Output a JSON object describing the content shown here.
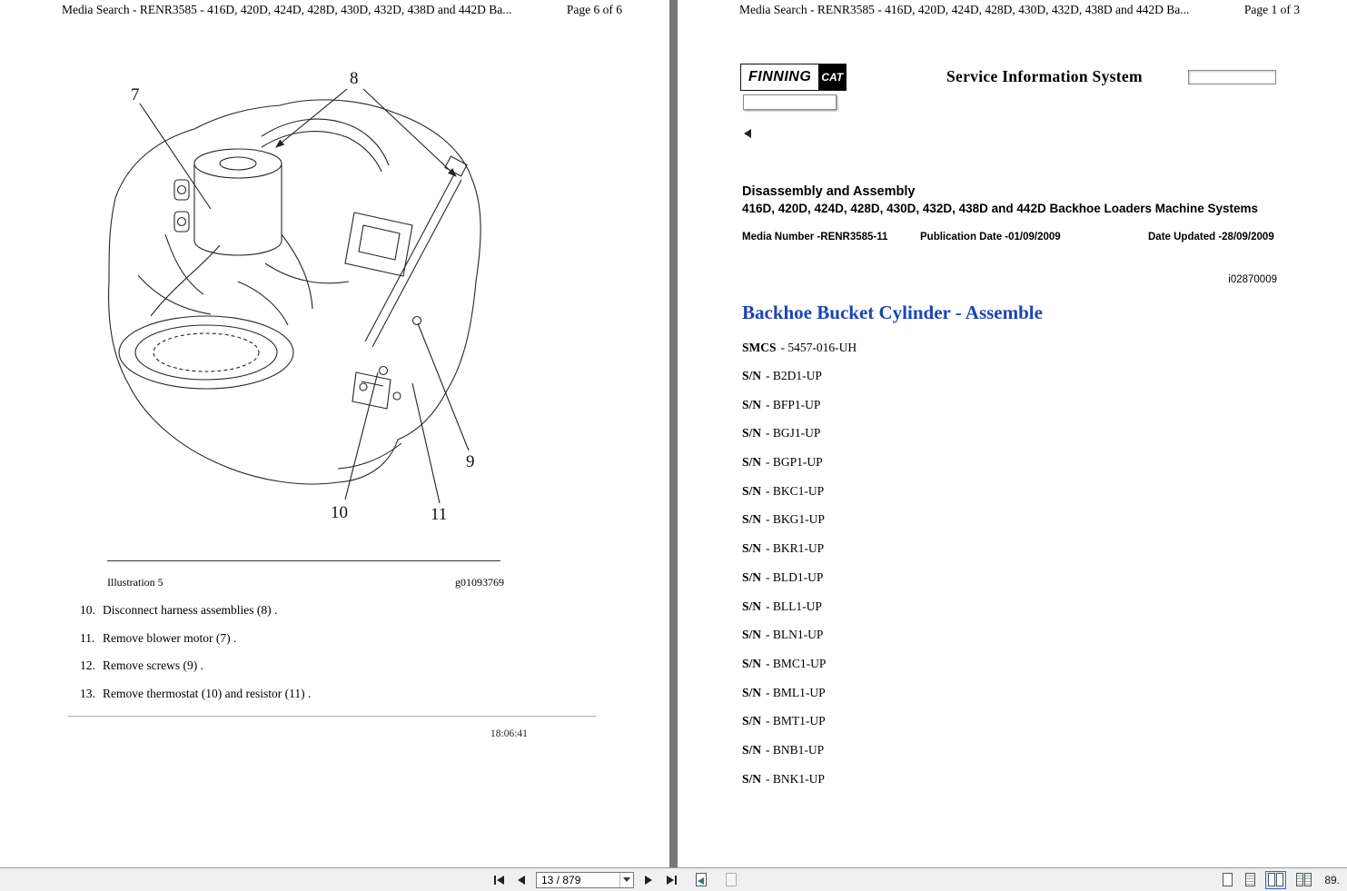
{
  "colors": {
    "heading_blue": "#1B44B4"
  },
  "toolbar": {
    "page_field": "13 / 879",
    "zoom": "89."
  },
  "left_page": {
    "header": {
      "title": "Media Search - RENR3585 - 416D, 420D, 424D, 428D, 430D, 432D, 438D and 442D Ba...",
      "page": "Page 6 of 6"
    },
    "illustration": {
      "callouts": [
        "7",
        "8",
        "9",
        "10",
        "11"
      ],
      "caption": "Illustration 5",
      "figure_id": "g01093769"
    },
    "steps": [
      {
        "num": "10.",
        "text": "Disconnect harness assemblies (8) ."
      },
      {
        "num": "11.",
        "text": "Remove blower motor (7) ."
      },
      {
        "num": "12.",
        "text": "Remove screws (9) ."
      },
      {
        "num": "13.",
        "text": "Remove thermostat (10) and resistor (11) ."
      }
    ],
    "timestamp": "18:06:41"
  },
  "right_page": {
    "header": {
      "title": "Media Search - RENR3585 - 416D, 420D, 424D, 428D, 430D, 432D, 438D and 442D Ba...",
      "page": "Page 1 of 3"
    },
    "logo": {
      "finning": "FINNING",
      "cat": "CAT"
    },
    "sis_title": "Service Information System",
    "doc": {
      "section": "Disassembly and Assembly",
      "subtitle": "416D, 420D, 424D, 428D, 430D, 432D, 438D and 442D Backhoe Loaders Machine Systems",
      "media_number_label": "Media Number -",
      "media_number": "RENR3585-11",
      "publication_date_label": "Publication Date -",
      "publication_date": "01/09/2009",
      "date_updated_label": "Date Updated -",
      "date_updated": "28/09/2009",
      "doc_id": "i02870009",
      "heading": "Backhoe Bucket Cylinder - Assemble",
      "smcs_label": "SMCS",
      "smcs_value": "- 5457-016-UH",
      "sn_label": "S/N",
      "serials": [
        "- B2D1-UP",
        "- BFP1-UP",
        "- BGJ1-UP",
        "- BGP1-UP",
        "- BKC1-UP",
        "- BKG1-UP",
        "- BKR1-UP",
        "- BLD1-UP",
        "- BLL1-UP",
        "- BLN1-UP",
        "- BMC1-UP",
        "- BML1-UP",
        "- BMT1-UP",
        "- BNB1-UP",
        "- BNK1-UP"
      ]
    }
  }
}
